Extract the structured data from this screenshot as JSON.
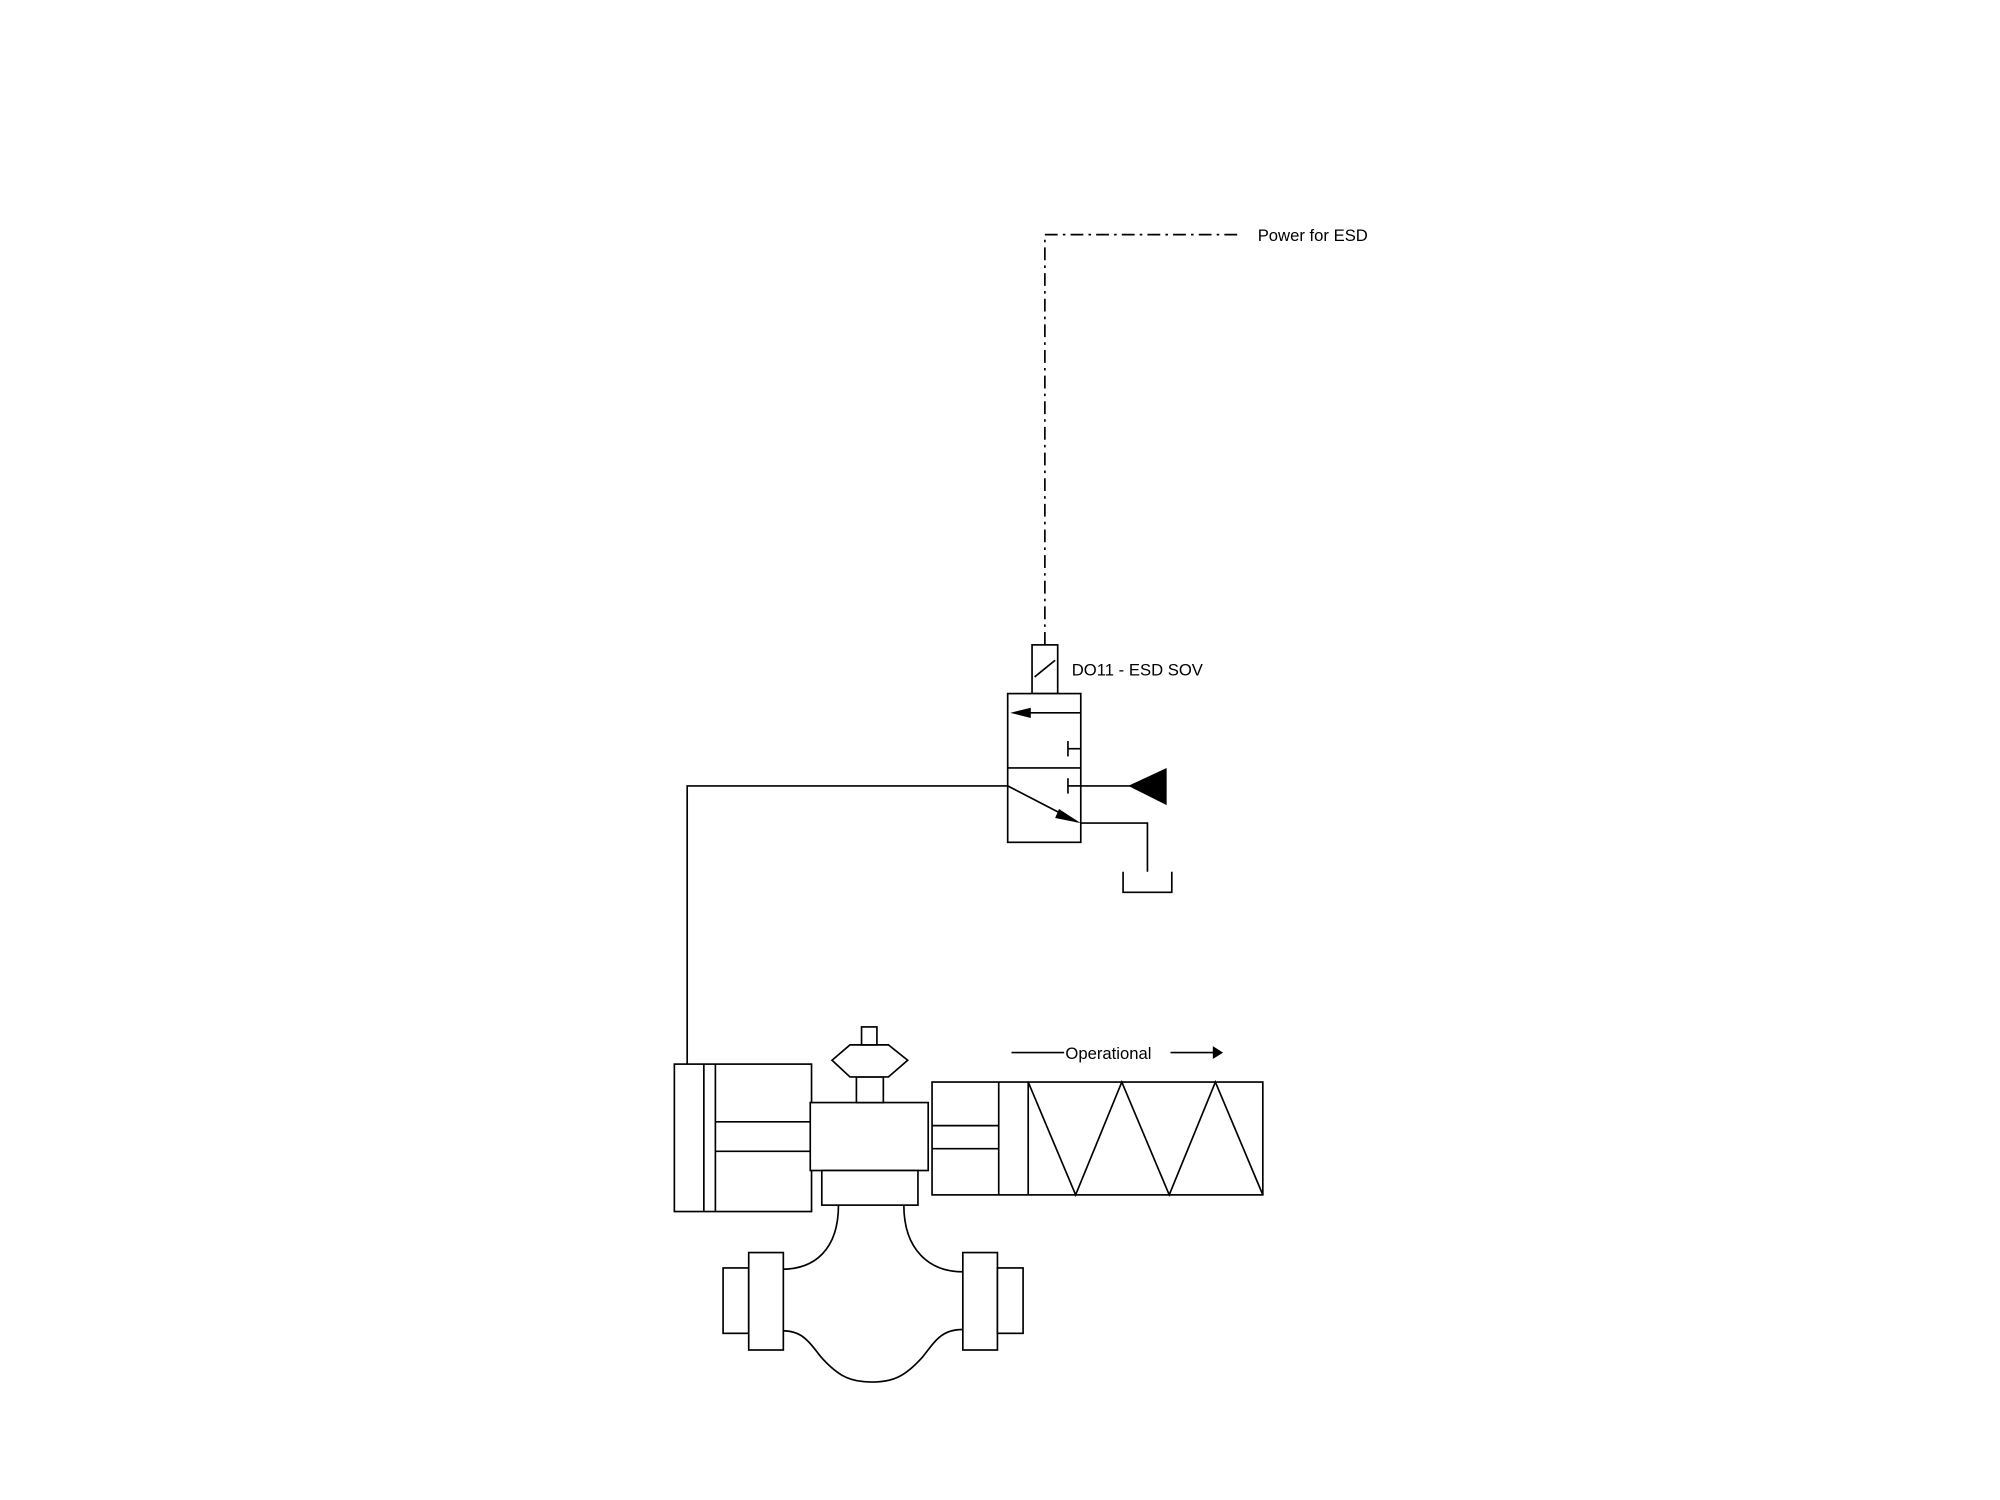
{
  "diagram": {
    "power_label": "Power for ESD",
    "sov_label": "DO11 - ESD SOV",
    "spring_direction_label": "Operational"
  },
  "colors": {
    "line": "#000000",
    "background": "#ffffff"
  }
}
